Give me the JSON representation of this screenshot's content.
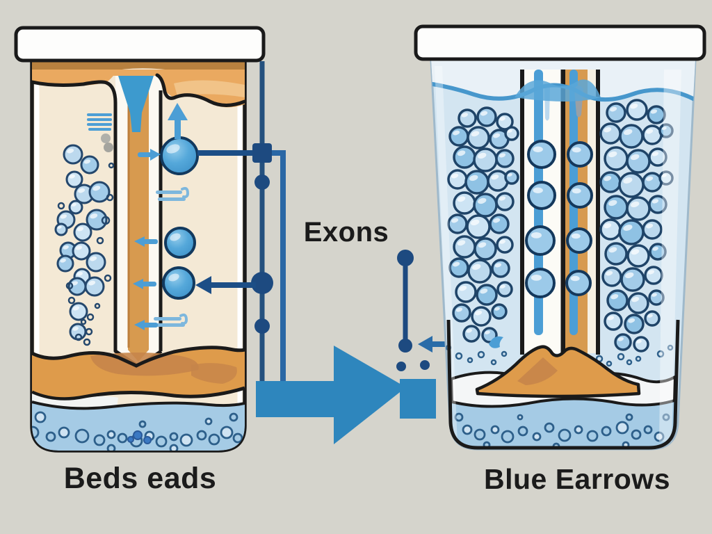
{
  "labels": {
    "center_label": "Exons",
    "bottom_left_label": "Beds eads",
    "bottom_right_label": "Blue Earrows"
  },
  "icons": {
    "flow_arrow": "large-right-arrow",
    "up_arrow": "up-arrow",
    "small_left_arrow": "left-arrow",
    "small_right_arrow": "right-arrow",
    "pointer": "callout-line-with-dots",
    "lines_icon": "stacked-horizontal-lines"
  },
  "colors": {
    "background": "#d5d4cc",
    "outline": "#1a1a1a",
    "cap_white": "#fdfdfc",
    "cream": "#f4e9d5",
    "top_band_dark": "#b8813f",
    "top_band_light": "#eaa960",
    "tan_column": "#d79a4f",
    "funnel_blue": "#3d9ace",
    "accent_light_blue": "#4c9ed5",
    "navy": "#1d4a80",
    "link_blue": "#2a67a5",
    "flow_arrow_blue": "#2e86bd",
    "sand": "#de9b4b",
    "sand_dark": "#c6854a",
    "water": "#a5cbe5",
    "glass": "#d3e5f1",
    "glass_above_water": "#e9f1f7",
    "wave": "#4797cc",
    "bead_fill": "#9ccae9",
    "bubble_fill": "#aed2ec",
    "bubble_stroke": "#1f4468",
    "text": "#1b1b1b"
  }
}
